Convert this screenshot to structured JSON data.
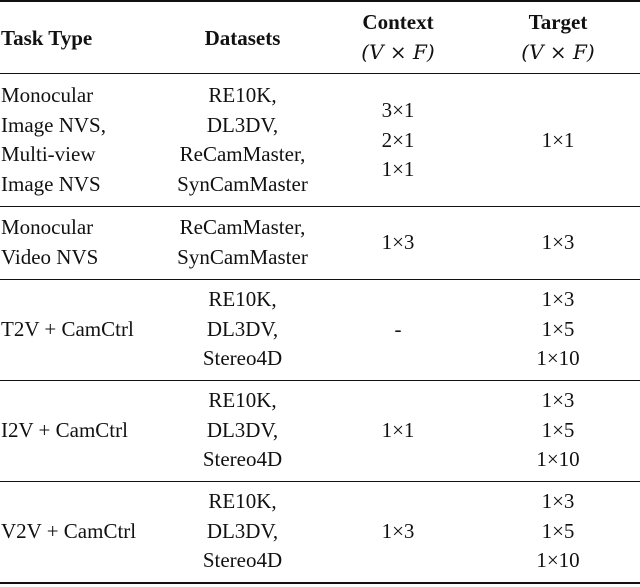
{
  "header": {
    "task_type": "Task Type",
    "datasets": "Datasets",
    "context": "Context",
    "context_sub": "(V × F)",
    "target": "Target",
    "target_sub": "(V × F)"
  },
  "rows": [
    {
      "task": [
        "Monocular",
        "Image NVS,",
        "Multi-view",
        "Image NVS"
      ],
      "datasets": [
        "RE10K,",
        "DL3DV,",
        "ReCamMaster,",
        "SynCamMaster"
      ],
      "context": [
        "3×1",
        "2×1",
        "1×1"
      ],
      "target": [
        "1×1"
      ]
    },
    {
      "task": [
        "Monocular",
        "Video NVS"
      ],
      "datasets": [
        "ReCamMaster,",
        "SynCamMaster"
      ],
      "context": [
        "1×3"
      ],
      "target": [
        "1×3"
      ]
    },
    {
      "task": [
        "T2V + CamCtrl"
      ],
      "datasets": [
        "RE10K,",
        "DL3DV,",
        "Stereo4D"
      ],
      "context": [
        "-"
      ],
      "target": [
        "1×3",
        "1×5",
        "1×10"
      ]
    },
    {
      "task": [
        "I2V + CamCtrl"
      ],
      "datasets": [
        "RE10K,",
        "DL3DV,",
        "Stereo4D"
      ],
      "context": [
        "1×1"
      ],
      "target": [
        "1×3",
        "1×5",
        "1×10"
      ]
    },
    {
      "task": [
        "V2V + CamCtrl"
      ],
      "datasets": [
        "RE10K,",
        "DL3DV,",
        "Stereo4D"
      ],
      "context": [
        "1×3"
      ],
      "target": [
        "1×3",
        "1×5",
        "1×10"
      ]
    }
  ]
}
